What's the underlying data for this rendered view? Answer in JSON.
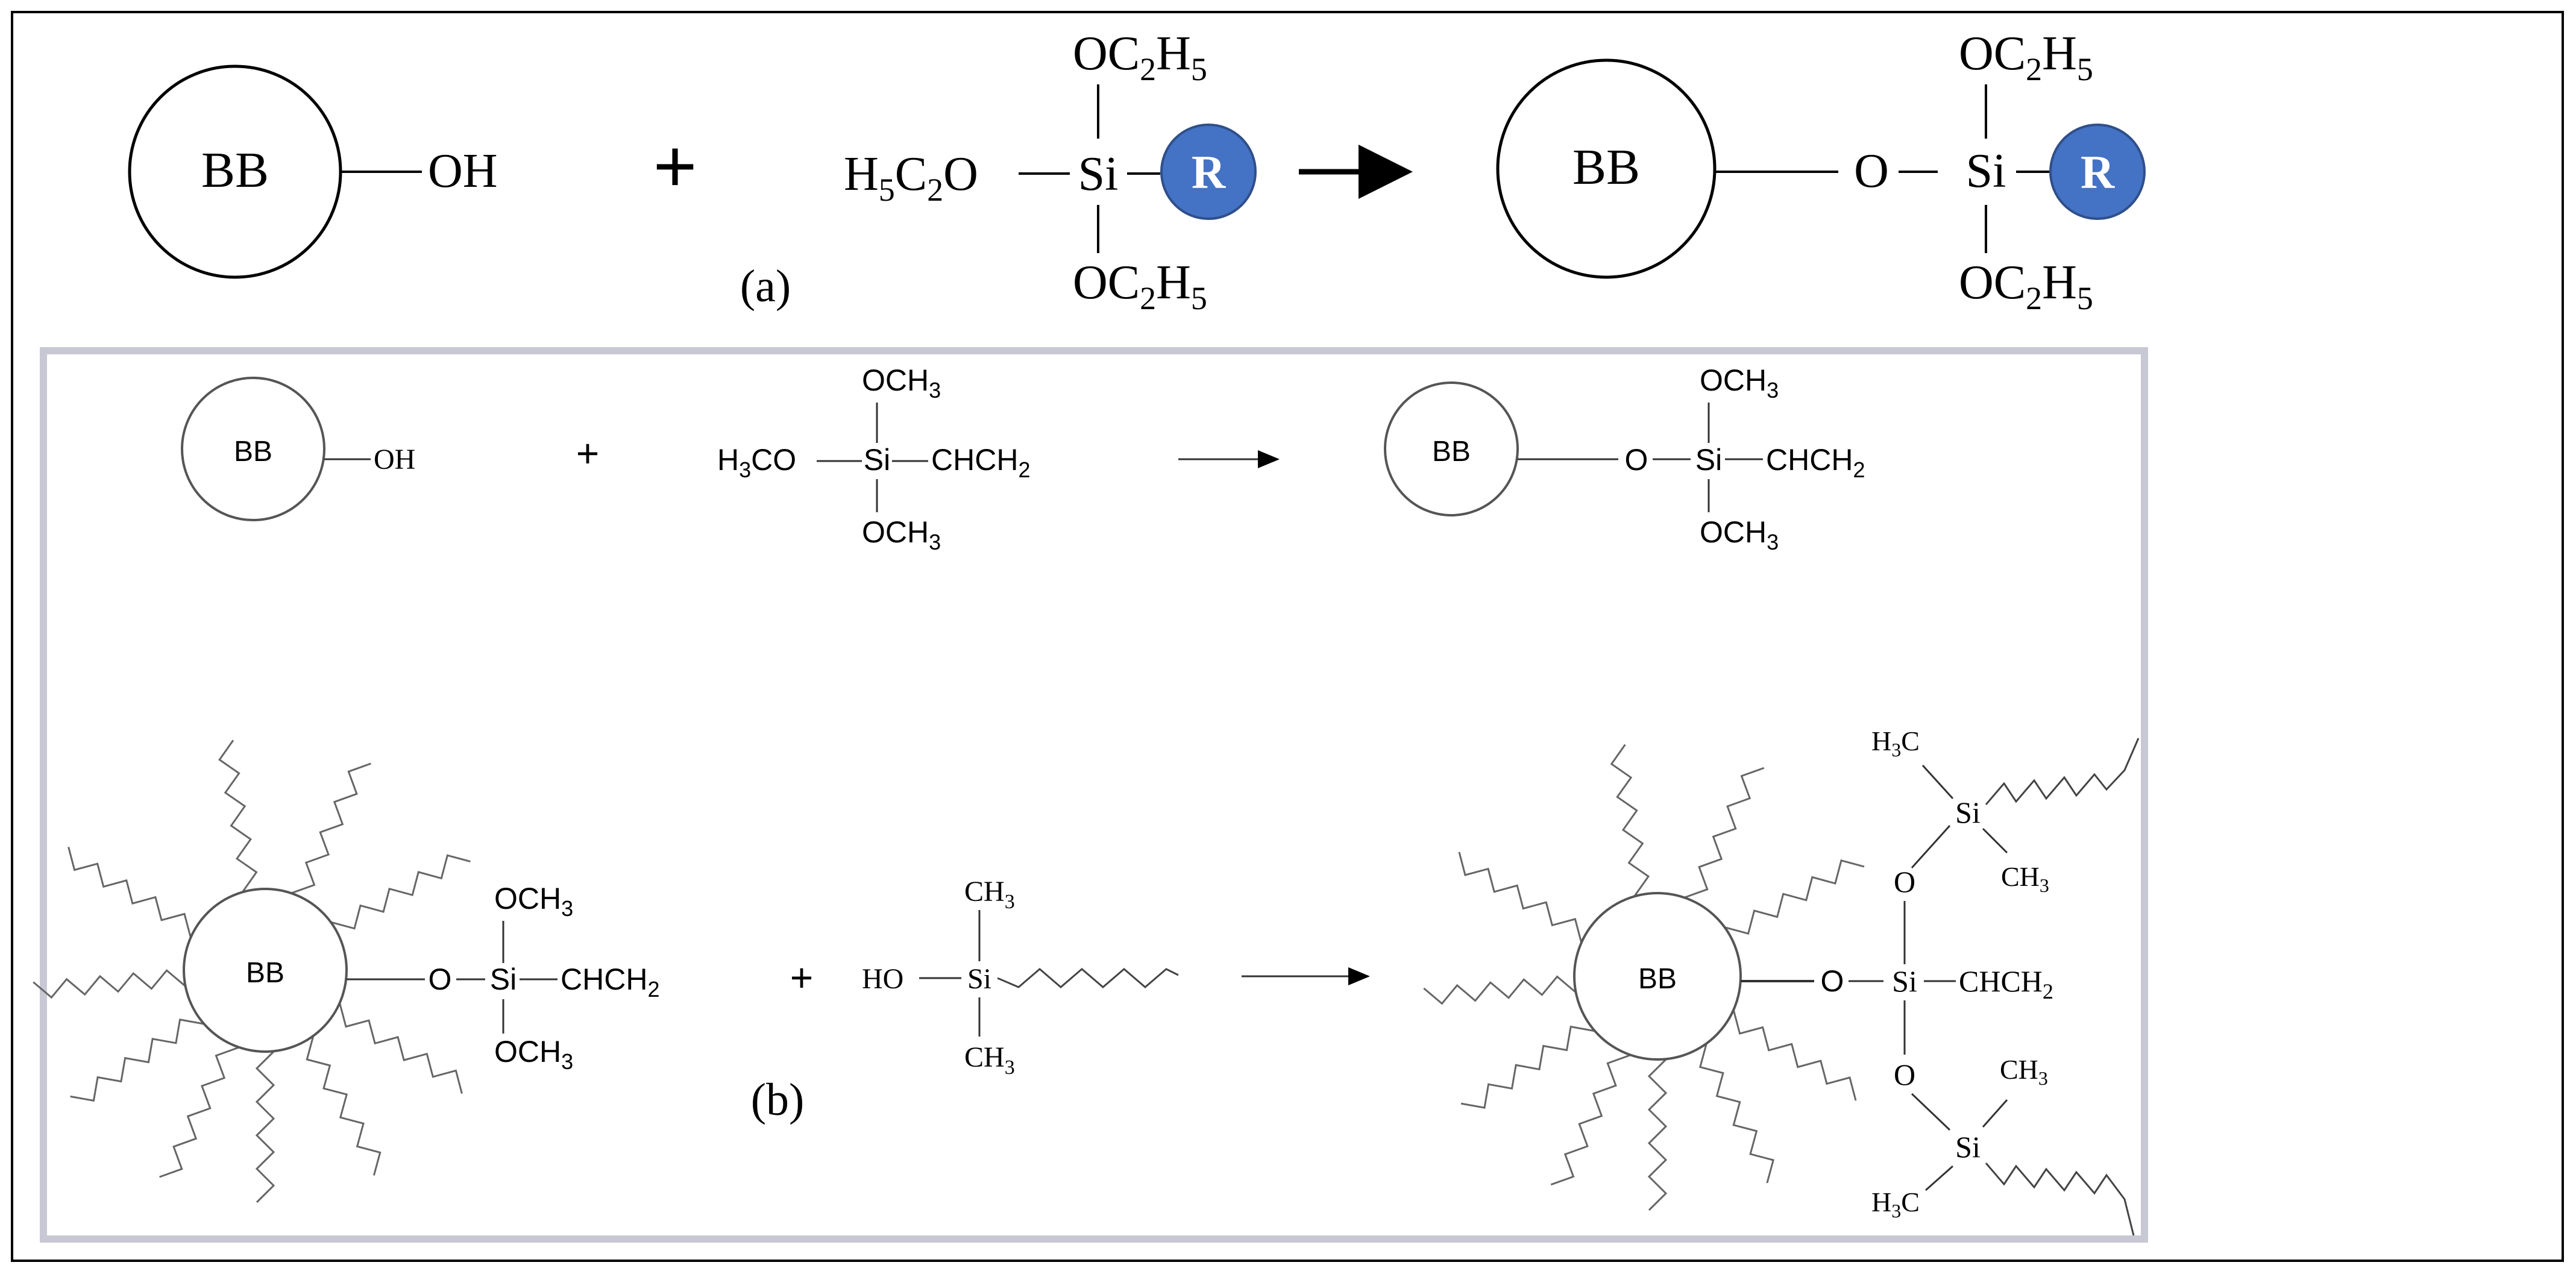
{
  "colors": {
    "accent": "#4472C4"
  },
  "a": {
    "label": "(a)",
    "reactant1": {
      "bb": "BB",
      "group": "OH"
    },
    "plus": "+",
    "silane": {
      "top_group_main": "OC",
      "top_sub2": "2",
      "top_H": "H",
      "top_sub5": "5",
      "left_main": "H",
      "left_sub5": "5",
      "left_C": "C",
      "left_sub2": "2",
      "left_O": "O",
      "center": "Si",
      "r": "R",
      "bottom_group_main": "OC",
      "bottom_sub2": "2",
      "bottom_H": "H",
      "bottom_sub5": "5"
    },
    "product": {
      "bb": "BB",
      "o": "O",
      "si": "Si",
      "r": "R",
      "top_main": "OC",
      "top_sub2": "2",
      "top_H": "H",
      "top_sub5": "5",
      "bottom_main": "OC",
      "bottom_sub2": "2",
      "bottom_H": "H",
      "bottom_sub5": "5"
    }
  },
  "b": {
    "label": "(b)",
    "row1": {
      "bb": "BB",
      "oh": "OH",
      "plus": "+",
      "reagent": {
        "top": "OCH",
        "top_sub": "3",
        "left": "H",
        "left_sub": "3",
        "left_rest": "CO",
        "si": "Si",
        "right": "CHCH",
        "right_sub": "2",
        "bottom": "OCH",
        "bottom_sub": "3"
      },
      "product": {
        "bb": "BB",
        "o": "O",
        "si": "Si",
        "top": "OCH",
        "top_sub": "3",
        "right": "CHCH",
        "right_sub": "2",
        "bottom": "OCH",
        "bottom_sub": "3"
      }
    },
    "row2": {
      "reactant": {
        "bb": "BB",
        "o": "O",
        "si": "Si",
        "top": "OCH",
        "top_sub": "3",
        "right": "CHCH",
        "right_sub": "2",
        "bottom": "OCH",
        "bottom_sub": "3"
      },
      "plus": "+",
      "silanol": {
        "ho": "HO",
        "si": "Si",
        "top": "CH",
        "top_sub": "3",
        "bottom": "CH",
        "bottom_sub": "3"
      },
      "product": {
        "bb": "BB",
        "o": "O",
        "si": "Si",
        "right": "CHCH",
        "right_sub": "2",
        "upper_o": "O",
        "upper_si": "Si",
        "upper_left": "H",
        "upper_left_sub": "3",
        "upper_left_C": "C",
        "upper_right": "CH",
        "upper_right_sub": "3",
        "lower_o": "O",
        "lower_si": "Si",
        "lower_top": "CH",
        "lower_top_sub": "3",
        "lower_left": "H",
        "lower_left_sub": "3",
        "lower_left_C": "C"
      }
    }
  }
}
